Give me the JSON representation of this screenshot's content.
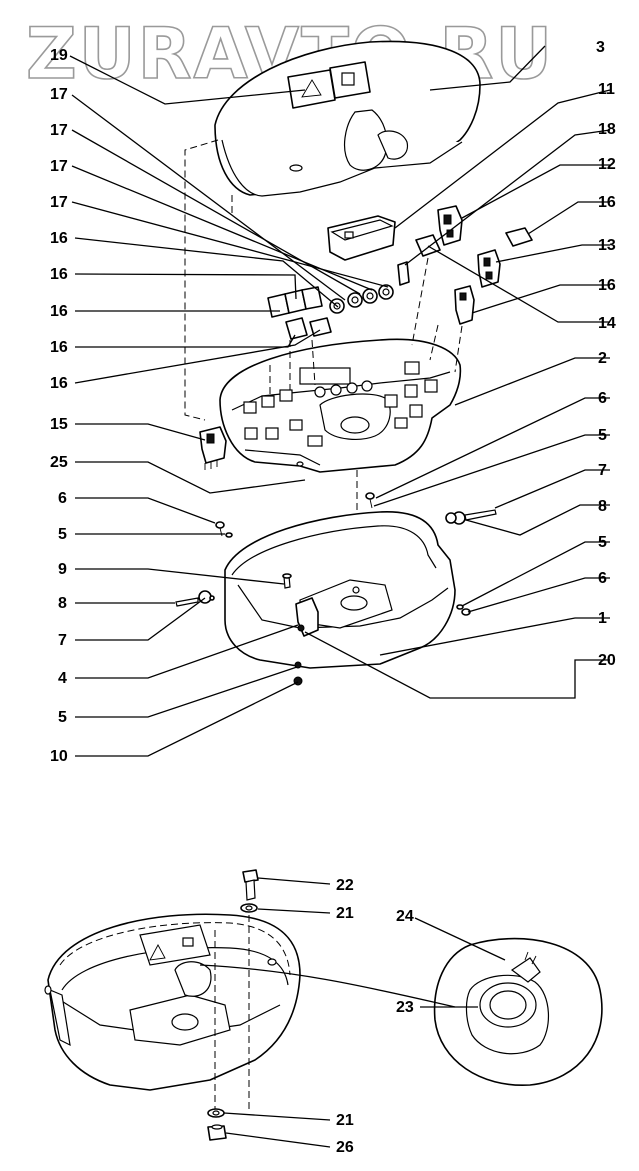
{
  "watermark": "ZURAVTO.RU",
  "callouts": {
    "c19": "19",
    "c3": "3",
    "c17a": "17",
    "c17b": "17",
    "c17c": "17",
    "c17d": "17",
    "c11": "11",
    "c18": "18",
    "c12": "12",
    "c16a": "16",
    "c16b": "16",
    "c16c": "16",
    "c16d": "16",
    "c16e": "16",
    "c16f": "16",
    "c16g": "16",
    "c13": "13",
    "c14": "14",
    "c2": "2",
    "c15": "15",
    "c6a": "6",
    "c5a": "5",
    "c25": "25",
    "c7a": "7",
    "c6b": "6",
    "c8a": "8",
    "c5b": "5",
    "c9": "9",
    "c8b": "8",
    "c5c": "5",
    "c7b": "7",
    "c6c": "6",
    "c1": "1",
    "c4": "4",
    "c20": "20",
    "c5d": "5",
    "c10": "10",
    "c22": "22",
    "c21a": "21",
    "c24": "24",
    "c23": "23",
    "c21b": "21",
    "c26": "26"
  }
}
